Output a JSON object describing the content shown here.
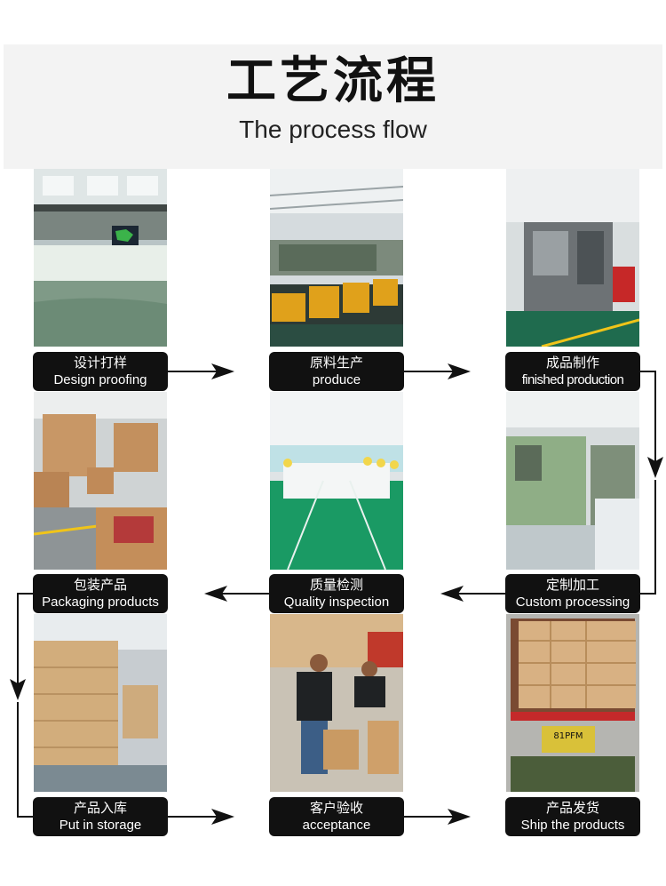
{
  "header": {
    "title_cn": "工艺流程",
    "title_en": "The process flow"
  },
  "steps": [
    {
      "cn": "设计打样",
      "en": "Design proofing",
      "photo": "printing-machine-photo"
    },
    {
      "cn": "原料生产",
      "en": "produce",
      "photo": "production-line-photo"
    },
    {
      "cn": "成品制作",
      "en": "finished production",
      "photo": "bag-making-machine-photo"
    },
    {
      "cn": "定制加工",
      "en": "Custom processing",
      "photo": "processing-machine-photo"
    },
    {
      "cn": "质量检测",
      "en": "Quality inspection",
      "photo": "inspection-workshop-photo"
    },
    {
      "cn": "包装产品",
      "en": "Packaging products",
      "photo": "packed-boxes-photo"
    },
    {
      "cn": "产品入库",
      "en": "Put in storage",
      "photo": "warehouse-photo"
    },
    {
      "cn": "客户验收",
      "en": "acceptance",
      "photo": "workers-carrying-boxes-photo"
    },
    {
      "cn": "产品发货",
      "en": "Ship the products",
      "photo": "loaded-truck-photo"
    }
  ],
  "truck_plate": "81PFM"
}
